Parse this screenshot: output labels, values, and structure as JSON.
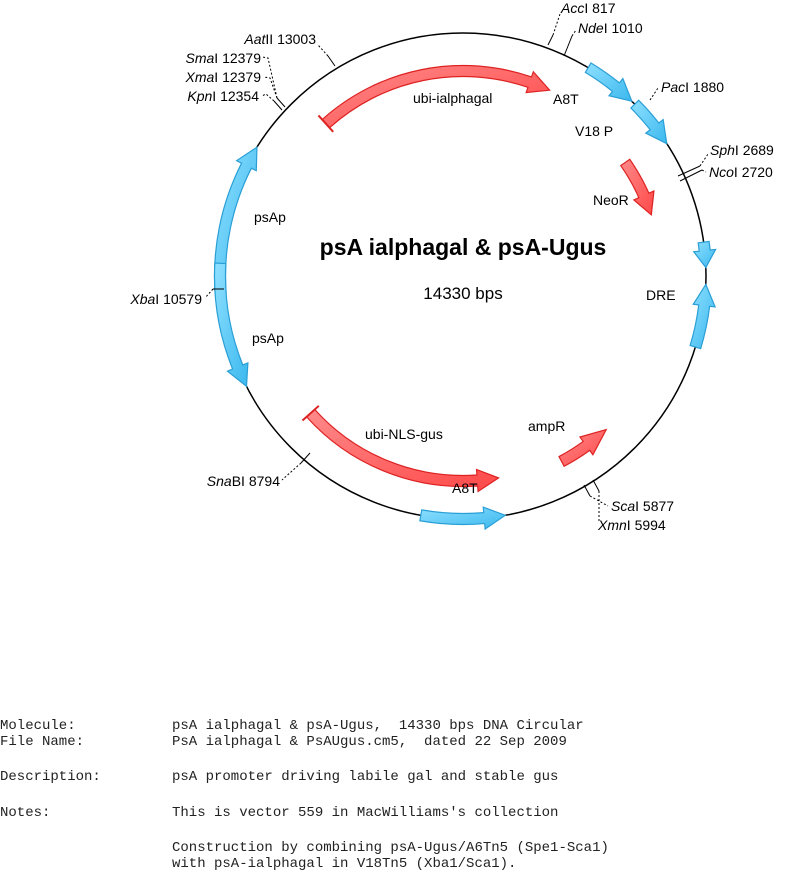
{
  "map": {
    "title": "psA ialphagal & psA-Ugus",
    "size_label": "14330 bps"
  },
  "sites": [
    {
      "enzyme": "Acc",
      "suffix": "I",
      "pos": "817"
    },
    {
      "enzyme": "Nde",
      "suffix": "I",
      "pos": "1010"
    },
    {
      "enzyme": "Pac",
      "suffix": "I",
      "pos": "1880"
    },
    {
      "enzyme": "Sph",
      "suffix": "I",
      "pos": "2689"
    },
    {
      "enzyme": "Nco",
      "suffix": "I",
      "pos": "2720"
    },
    {
      "enzyme": "Sca",
      "suffix": "I",
      "pos": "5877"
    },
    {
      "enzyme": "Xmn",
      "suffix": "I",
      "pos": "5994"
    },
    {
      "enzyme": "Sna",
      "suffix": "BI",
      "pos": "8794"
    },
    {
      "enzyme": "Xba",
      "suffix": "I",
      "pos": "10579"
    },
    {
      "enzyme": "Kpn",
      "suffix": "I",
      "pos": "12354"
    },
    {
      "enzyme": "Xma",
      "suffix": "I",
      "pos": "12379"
    },
    {
      "enzyme": "Sma",
      "suffix": "I",
      "pos": "12379"
    },
    {
      "enzyme": "Aat",
      "suffix": "II",
      "pos": "13003"
    }
  ],
  "features": [
    {
      "label": "ubi-ialphagal",
      "color": "#ff5b5b"
    },
    {
      "label": "A8T",
      "color": "#4fc3f7"
    },
    {
      "label": "V18 P",
      "color": "#4fc3f7"
    },
    {
      "label": "NeoR",
      "color": "#ff5b5b"
    },
    {
      "label": "DRE",
      "color": "#4fc3f7"
    },
    {
      "label": "ampR",
      "color": "#ff5b5b"
    },
    {
      "label": "A8T",
      "color": "#4fc3f7"
    },
    {
      "label": "ubi-NLS-gus",
      "color": "#ff5b5b"
    },
    {
      "label": "psAp",
      "color": "#4fc3f7"
    },
    {
      "label": "psAp",
      "color": "#4fc3f7"
    }
  ],
  "info": {
    "molecule_key": "Molecule:",
    "molecule_val": "psA ialphagal & psA-Ugus,  14330 bps DNA Circular",
    "file_key": "File Name:",
    "file_val": "PsA ialphagal & PsAUgus.cm5,  dated 22 Sep 2009",
    "desc_key": "Description:",
    "desc_val": "psA promoter driving labile gal and stable gus",
    "notes_key": "Notes:",
    "notes_val1": "This is vector 559 in MacWilliams's collection",
    "notes_val2": "Construction by combining psA-Ugus/A6Tn5 (Spe1-Sca1)",
    "notes_val3": "with psA-ialphagal in V18Tn5 (Xba1/Sca1)."
  }
}
